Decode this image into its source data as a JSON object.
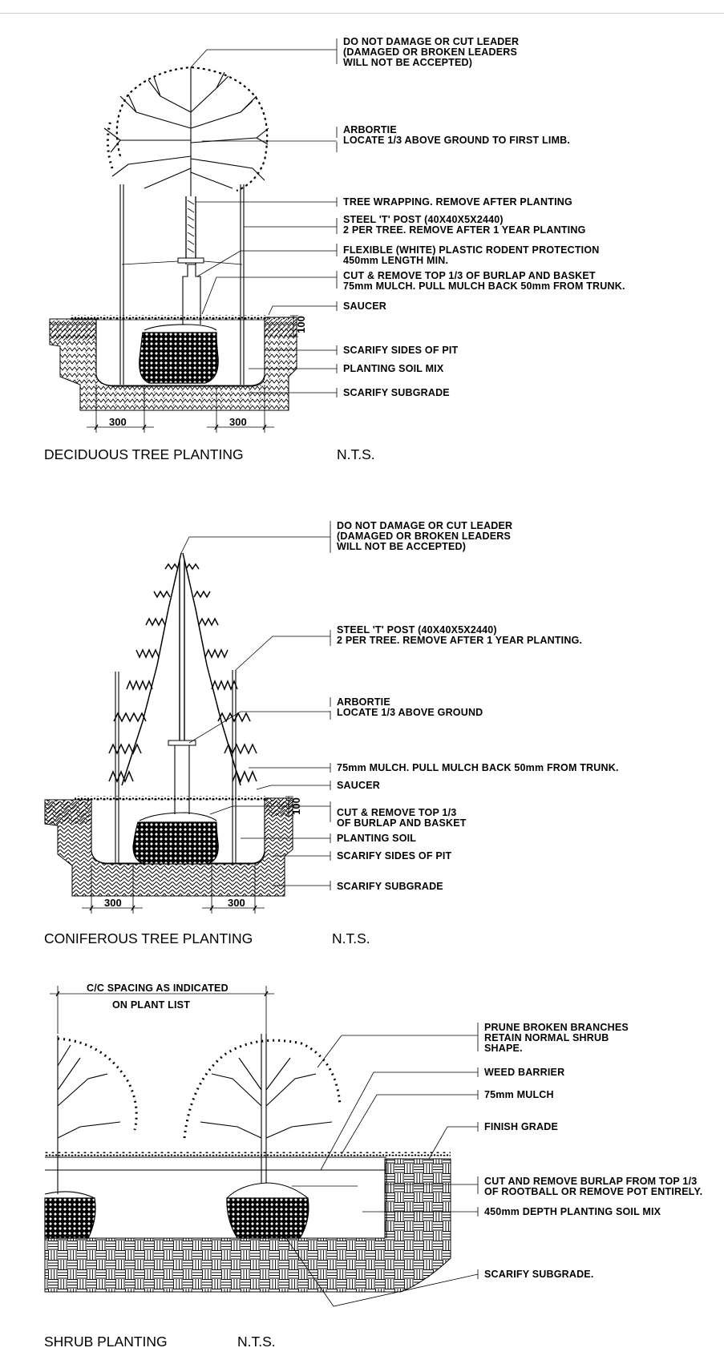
{
  "details": [
    {
      "title": "DECIDUOUS TREE PLANTING",
      "scale": "N.T.S.",
      "dims": [
        "300",
        "300",
        "100"
      ],
      "notes": [
        {
          "lines": [
            "DO NOT DAMAGE OR CUT LEADER",
            "(DAMAGED OR BROKEN LEADERS",
            "WILL NOT BE ACCEPTED)"
          ]
        },
        {
          "lines": [
            "ARBORTIE",
            "LOCATE 1/3 ABOVE GROUND TO FIRST LIMB."
          ]
        },
        {
          "lines": [
            "TREE WRAPPING. REMOVE AFTER PLANTING"
          ]
        },
        {
          "lines": [
            "STEEL 'T' POST (40X40X5X2440)",
            "2 PER TREE. REMOVE AFTER 1 YEAR PLANTING"
          ]
        },
        {
          "lines": [
            "FLEXIBLE (WHITE) PLASTIC RODENT PROTECTION",
            "450mm LENGTH MIN."
          ]
        },
        {
          "lines": [
            "CUT & REMOVE TOP 1/3 OF BURLAP AND BASKET",
            "75mm MULCH. PULL MULCH BACK 50mm FROM TRUNK."
          ]
        },
        {
          "lines": [
            "SAUCER"
          ]
        },
        {
          "lines": [
            "SCARIFY SIDES OF PIT"
          ]
        },
        {
          "lines": [
            "PLANTING SOIL MIX"
          ]
        },
        {
          "lines": [
            "SCARIFY SUBGRADE"
          ]
        }
      ]
    },
    {
      "title": "CONIFEROUS TREE PLANTING",
      "scale": "N.T.S.",
      "dims": [
        "300",
        "300",
        "100"
      ],
      "notes": [
        {
          "lines": [
            "DO NOT DAMAGE OR CUT LEADER",
            "(DAMAGED OR BROKEN LEADERS",
            "WILL NOT BE ACCEPTED)"
          ]
        },
        {
          "lines": [
            "STEEL 'T' POST (40X40X5X2440)",
            "2 PER TREE. REMOVE AFTER 1 YEAR PLANTING."
          ]
        },
        {
          "lines": [
            "ARBORTIE",
            "LOCATE 1/3 ABOVE GROUND"
          ]
        },
        {
          "lines": [
            "75mm MULCH. PULL MULCH BACK 50mm FROM TRUNK."
          ]
        },
        {
          "lines": [
            "SAUCER"
          ]
        },
        {
          "lines": [
            "CUT & REMOVE TOP 1/3",
            "OF BURLAP AND BASKET"
          ]
        },
        {
          "lines": [
            "PLANTING SOIL"
          ]
        },
        {
          "lines": [
            "SCARIFY SIDES OF PIT"
          ]
        },
        {
          "lines": [
            "SCARIFY SUBGRADE"
          ]
        }
      ]
    },
    {
      "title": "SHRUB PLANTING",
      "scale": "N.T.S.",
      "dims": [
        "C/C SPACING AS INDICATED",
        "ON PLANT LIST"
      ],
      "notes": [
        {
          "lines": [
            "PRUNE BROKEN BRANCHES",
            "RETAIN NORMAL SHRUB",
            "SHAPE."
          ]
        },
        {
          "lines": [
            "WEED BARRIER"
          ]
        },
        {
          "lines": [
            "75mm MULCH"
          ]
        },
        {
          "lines": [
            "FINISH GRADE"
          ]
        },
        {
          "lines": [
            "CUT AND REMOVE BURLAP FROM TOP 1/3",
            "OF ROOTBALL OR REMOVE POT ENTIRELY."
          ]
        },
        {
          "lines": [
            "450mm DEPTH PLANTING SOIL MIX"
          ]
        },
        {
          "lines": [
            "SCARIFY SUBGRADE."
          ]
        }
      ]
    }
  ]
}
